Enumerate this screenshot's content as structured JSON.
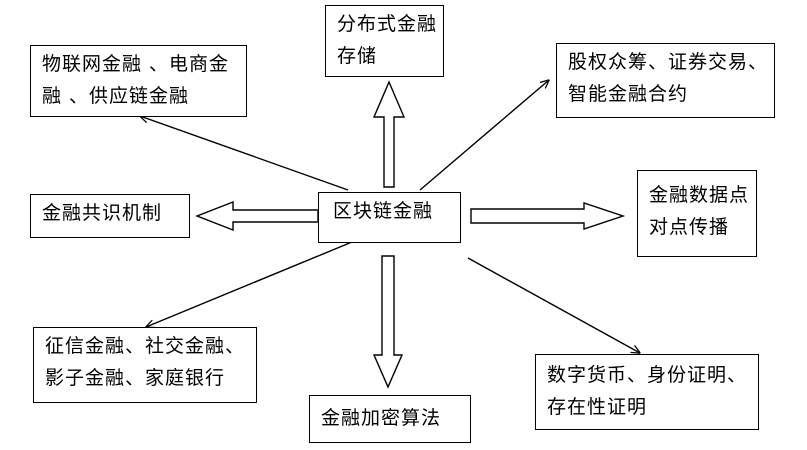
{
  "diagram": {
    "center": {
      "lines": [
        "区块链金融"
      ]
    },
    "nodes": {
      "storage": {
        "lines": [
          "分布式金融",
          "存储"
        ]
      },
      "iot": {
        "lines": [
          "物联网金融 、电商金",
          "融 、供应链金融"
        ]
      },
      "equity": {
        "lines": [
          "股权众筹、证券交易、",
          "智能金融合约"
        ]
      },
      "consensus": {
        "lines": [
          "金融共识机制"
        ]
      },
      "p2p": {
        "lines": [
          "金融数据点",
          "对点传播"
        ]
      },
      "credit": {
        "lines": [
          "征信金融、社交金融、",
          "影子金融、家庭银行"
        ]
      },
      "crypto": {
        "lines": [
          "金融加密算法"
        ]
      },
      "currency": {
        "lines": [
          "数字货币、身份证明、",
          "存在性证明"
        ]
      }
    }
  }
}
